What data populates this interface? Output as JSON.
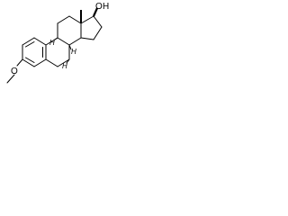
{
  "structure": {
    "atoms": {
      "hydroxyl_oxygen": "O",
      "hydroxyl_hydrogen": "H",
      "methoxy_oxygen": "O",
      "stereo_h_8": "H",
      "stereo_h_9": "H",
      "stereo_h_14": "H"
    },
    "colors": {
      "ink": "#000000",
      "background": "#ffffff"
    }
  }
}
